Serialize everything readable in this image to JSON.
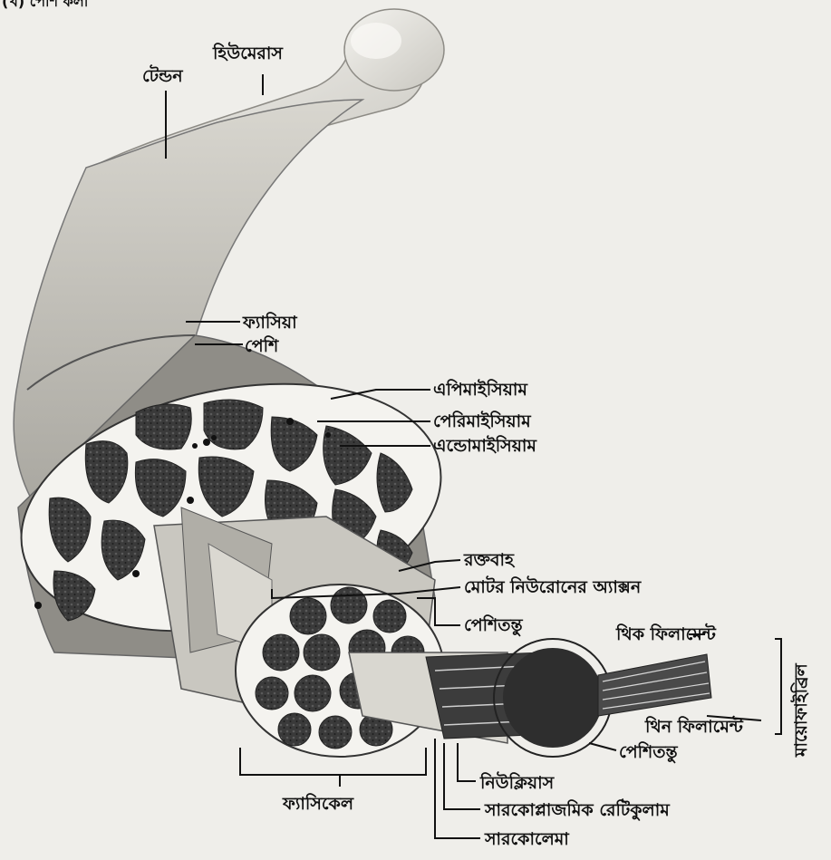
{
  "header_fragment": "(খ) পেশি কলা",
  "labels": {
    "humerus": "হিউমেরাস",
    "tendon": "টেন্ডন",
    "fascia": "ফ্যাসিয়া",
    "muscle": "পেশি",
    "epimysium": "এপিমাইসিয়াম",
    "perimysium": "পেরিমাইসিয়াম",
    "endomysium": "এন্ডোমাইসিয়াম",
    "blood_vessel": "রক্তবাহ",
    "motor_axon": "মোটর নিউরোনের অ্যাক্সন",
    "muscle_fiber": "পেশিতন্তু",
    "thick_filament": "থিক ফিলামেন্ট",
    "thin_filament": "থিন ফিলামেন্ট",
    "myofibril": "মায়োফাইব্রিল",
    "muscle_fiber_2": "পেশিতন্তু",
    "fascicle": "ফ্যাসিকেল",
    "nucleus": "নিউক্লিয়াস",
    "sarcoplasmic_reticulum": "সারকোপ্লাজমিক রেটিকুলাম",
    "sarcolemma": "সারকোলেমা"
  }
}
